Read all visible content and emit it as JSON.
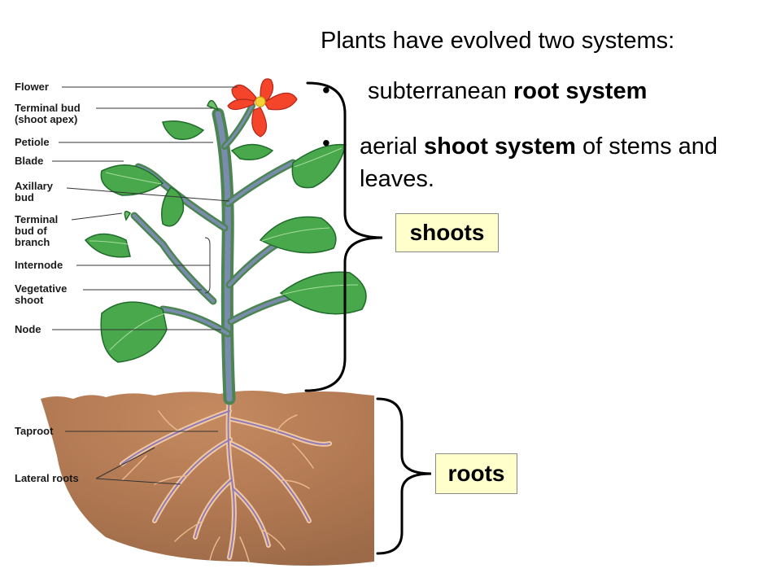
{
  "header": {
    "title": "Plants have evolved two systems:"
  },
  "bullets": [
    {
      "marker": "•",
      "pre": "subterranean ",
      "bold": "root system",
      "post": ""
    },
    {
      "marker": "•",
      "pre": "aerial ",
      "bold": "shoot system",
      "post": " of stems and leaves."
    }
  ],
  "tags": {
    "shoots": "shoots",
    "roots": "roots"
  },
  "plant_labels": {
    "flower": "Flower",
    "terminal_bud_1": "Terminal bud",
    "terminal_bud_2": "(shoot apex)",
    "petiole": "Petiole",
    "blade": "Blade",
    "axillary_bud_1": "Axillary",
    "axillary_bud_2": "bud",
    "terminal_bud_branch_1": "Terminal",
    "terminal_bud_branch_2": "bud of",
    "terminal_bud_branch_3": "branch",
    "internode": "Internode",
    "vegetative_shoot_1": "Vegetative",
    "vegetative_shoot_2": "shoot",
    "node": "Node",
    "taproot": "Taproot",
    "lateral_roots": "Lateral roots"
  },
  "colors": {
    "leaf": "#3f9c40",
    "leaf_dark": "#1f6b2a",
    "stem": "#6d82a0",
    "soil": "#b5805a",
    "root": "#f2c8a0",
    "flower": "#f4452a",
    "tag_fill": "#ffffcc"
  }
}
